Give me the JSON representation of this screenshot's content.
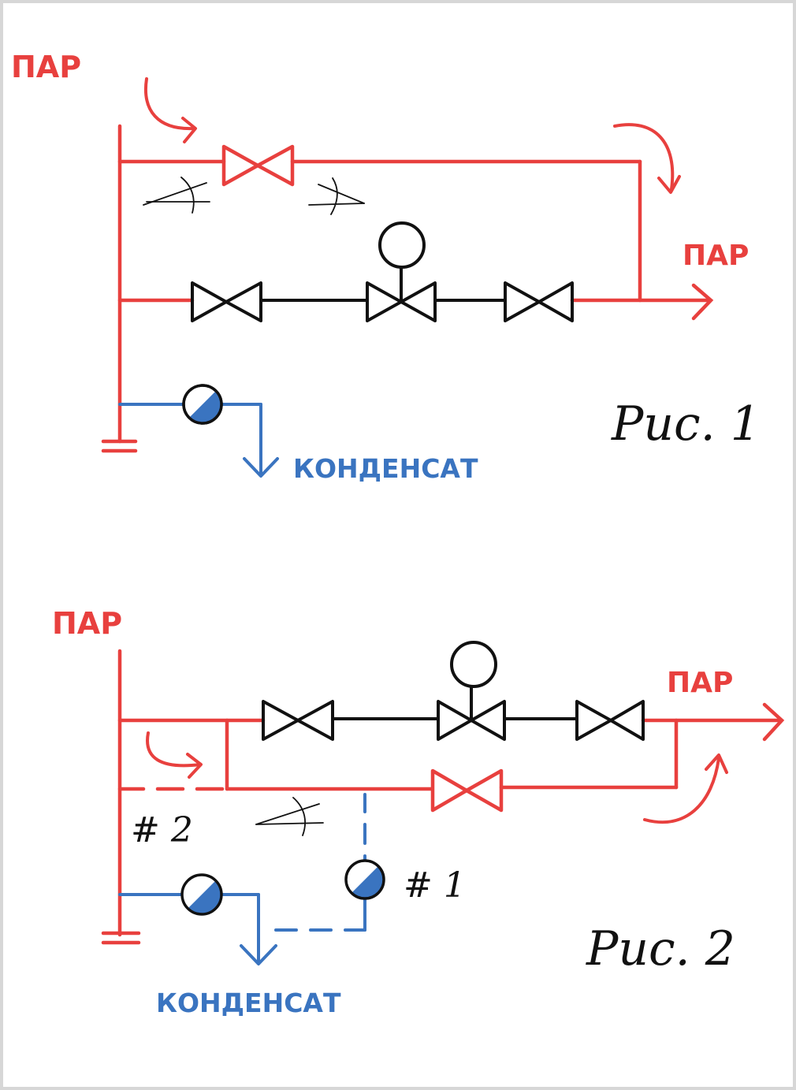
{
  "colors": {
    "steam": "#e8403e",
    "condensate": "#3a74c0",
    "ink": "#111111",
    "frame": "#d7d7d7"
  },
  "fig1": {
    "steam_in_label": "ПАР",
    "steam_out_label": "ПАР",
    "condensate_label": "КОНДЕНСАТ",
    "caption": "Рис. 1"
  },
  "fig2": {
    "steam_in_label": "ПАР",
    "steam_out_label": "ПАР",
    "condensate_label": "КОНДЕНСАТ",
    "caption": "Рис. 2",
    "marker_1": "# 1",
    "marker_2": "# 2"
  }
}
